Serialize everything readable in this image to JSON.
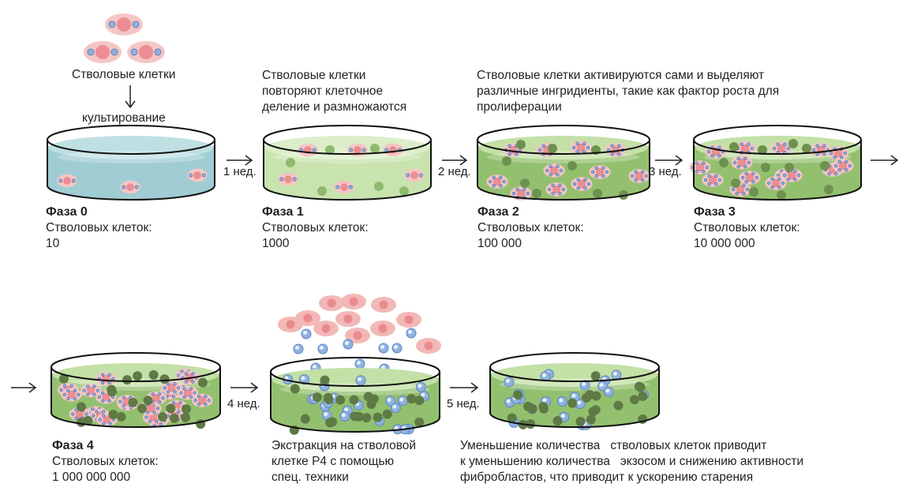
{
  "header": {
    "stem_cells_label": "Стволовые клетки",
    "culture_label": "культирование"
  },
  "colors": {
    "phase0_liquid": "#9fcdd3",
    "green_light": "#b7dc9e",
    "green_mid": "#93c06f",
    "green_dark_particle": "#5f7a45",
    "cell_body": "#f4c6c4",
    "cell_nucleus": "#ec8d93",
    "exosome": "#8fb3df"
  },
  "phases": [
    {
      "title": "Фаза 0",
      "count_label": "Стволовых клеток:",
      "count": "10"
    },
    {
      "title": "Фаза 1",
      "count_label": "Стволовых клеток:",
      "count": "1000"
    },
    {
      "title": "Фаза 2",
      "count_label": "Стволовых клеток:",
      "count": "100 000"
    },
    {
      "title": "Фаза 3",
      "count_label": "Стволовых клеток:",
      "count": "10 000 000"
    },
    {
      "title": "Фаза 4",
      "count_label": "Стволовых клеток:",
      "count": "1 000 000 000"
    }
  ],
  "descriptions": {
    "phase1": [
      "Стволовые клетки",
      "повторяют клеточное",
      "деление и размножаются"
    ],
    "phase2": [
      "Стволовые клетки активируются сами и выделяют",
      "различные ингридиенты, такие как фактор роста для",
      "пролиферации"
    ],
    "extraction": [
      "Экстракция на стволовой",
      "клетке P4 с помощью",
      "спец. техники"
    ],
    "result": [
      "Уменьшение количества   стволовых клеток приводит",
      "к уменьшению количества   экзосом и снижению активности",
      "фибробластов, что приводит к ускорению старения"
    ]
  },
  "arrows": [
    "1 нед.",
    "2 нед.",
    "3 нед.",
    "4 нед.",
    "5 нед."
  ]
}
